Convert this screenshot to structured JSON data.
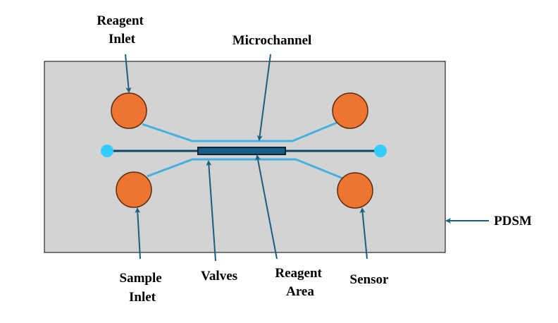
{
  "diagram": {
    "title": "Microfluidic chip schematic",
    "substrate_label": "PDSM",
    "labels": {
      "reagent_inlet": [
        "Reagent",
        "Inlet"
      ],
      "microchannel": [
        "Microchannel"
      ],
      "sample_inlet": [
        "Sample",
        "Inlet"
      ],
      "valves": [
        "Valves"
      ],
      "reagent_area": [
        "Reagent",
        "Area"
      ],
      "sensor": [
        "Sensor"
      ],
      "pdsm": [
        "PDSM"
      ]
    },
    "colors": {
      "substrate": "#d3d3d3",
      "port": "#ed7531",
      "port_outline": "#5a2a10",
      "branch_channel": "#45b0e0",
      "main_channel": "#104660",
      "reagent_area": "#1b5e85",
      "endpoint": "#33ccff",
      "arrow": "#1a5f80"
    }
  }
}
